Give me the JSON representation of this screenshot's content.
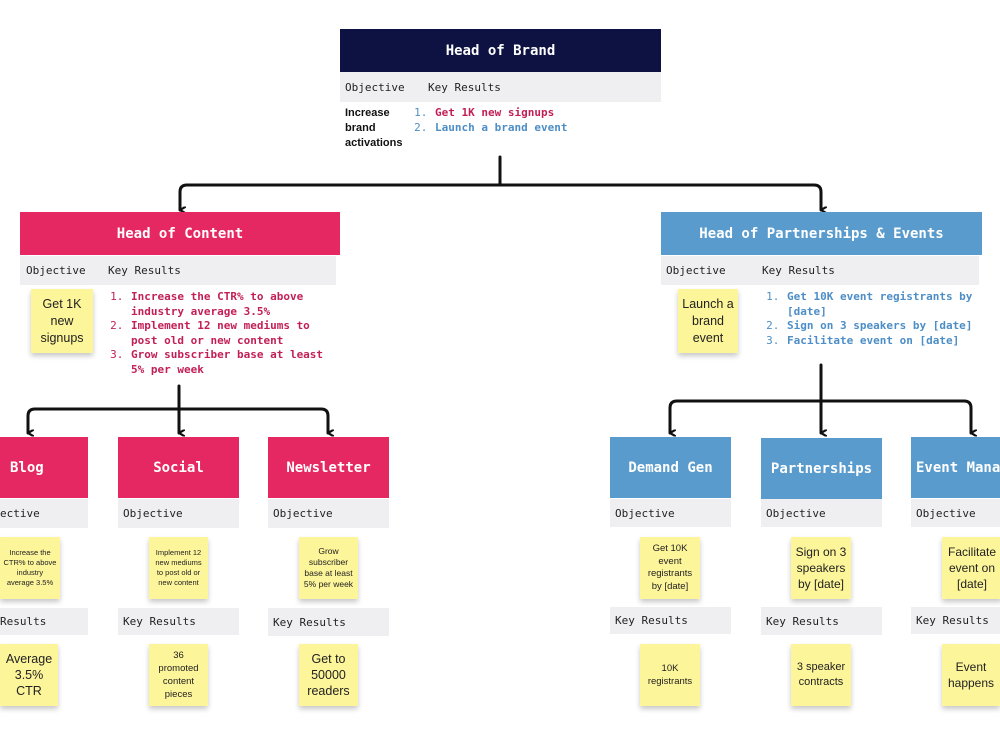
{
  "labels": {
    "objective": "Objective",
    "key_results": "Key Results",
    "results_cut": "Results",
    "objective_cut": "ective"
  },
  "colors": {
    "navy": "#0e1243",
    "pink": "#e62862",
    "blue": "#5a9bcd",
    "sticky": "#fdf59a",
    "band": "#efeff1"
  },
  "head_of_brand": {
    "title": "Head of Brand",
    "objective": "Increase brand activations",
    "key_results": [
      "Get 1K new signups",
      "Launch a brand event"
    ]
  },
  "head_of_content": {
    "title": "Head of Content",
    "objective": "Get 1K new signups",
    "key_results": [
      "Increase the CTR% to above industry average 3.5%",
      "Implement 12 new mediums to post old or new content",
      "Grow subscriber base at least 5% per week"
    ]
  },
  "head_of_partnerships": {
    "title": "Head of Partnerships & Events",
    "objective": "Launch a brand event",
    "key_results": [
      "Get 10K event registrants by [date]",
      "Sign on 3 speakers by [date]",
      "Facilitate event on [date]"
    ]
  },
  "teams": {
    "blog": {
      "title": "Blog",
      "objective": "Increase the CTR% to above industry average 3.5%",
      "key_result": "Average 3.5% CTR"
    },
    "social": {
      "title": "Social",
      "objective": "Implement 12 new mediums to post old or new content",
      "key_result": "36 promoted content pieces"
    },
    "newsletter": {
      "title": "Newsletter",
      "objective": "Grow subscriber base at least 5% per week",
      "key_result": "Get to 50000 readers"
    },
    "demand_gen": {
      "title": "Demand Gen",
      "objective": "Get 10K event registrants by [date]",
      "key_result": "10K registrants"
    },
    "partnerships": {
      "title": "Partnerships",
      "objective": "Sign on 3 speakers by [date]",
      "key_result": "3 speaker contracts"
    },
    "event_mgmt": {
      "title": "Event Mana",
      "objective": "Facilitate event on [date]",
      "key_result": "Event happens"
    }
  }
}
